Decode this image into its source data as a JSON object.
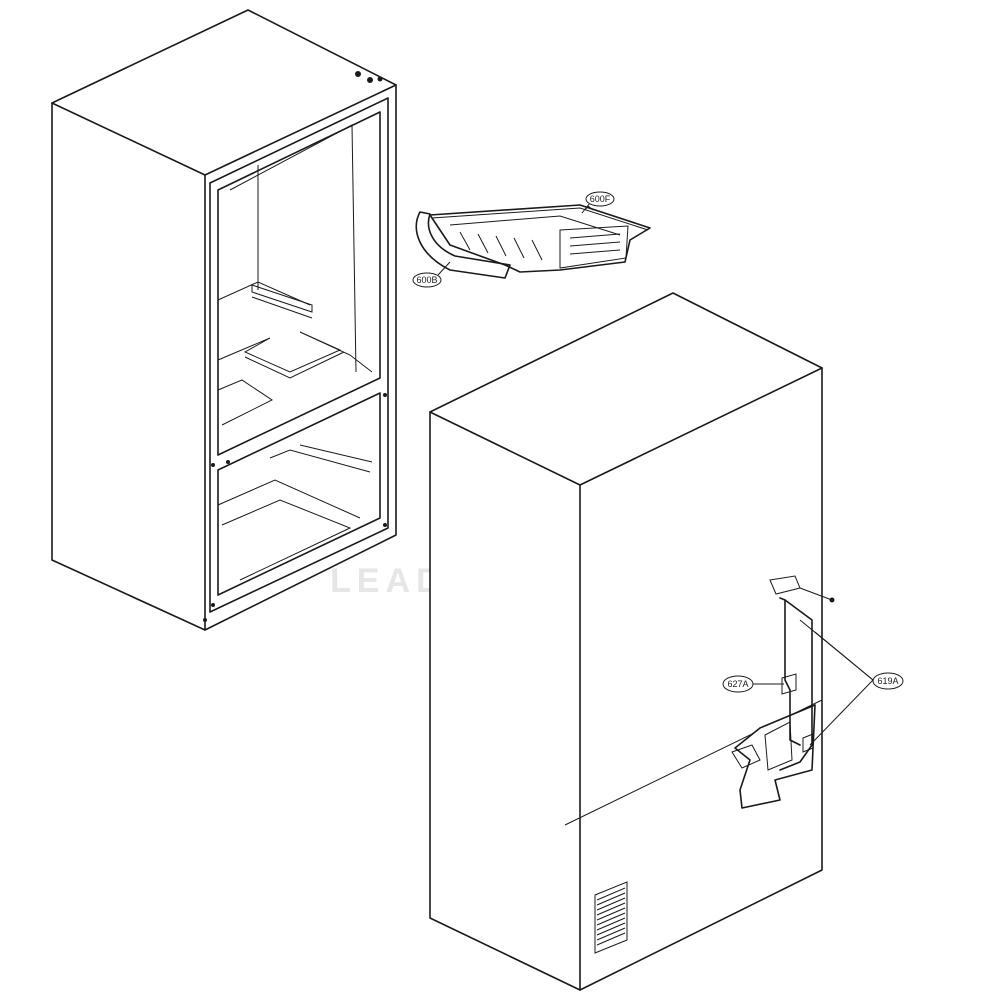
{
  "watermark": {
    "text": "LEADVENTURE"
  },
  "callouts": {
    "icemaker_top": "600F",
    "icemaker_left": "600B",
    "valve_left": "627A",
    "valve_right": "619A"
  }
}
